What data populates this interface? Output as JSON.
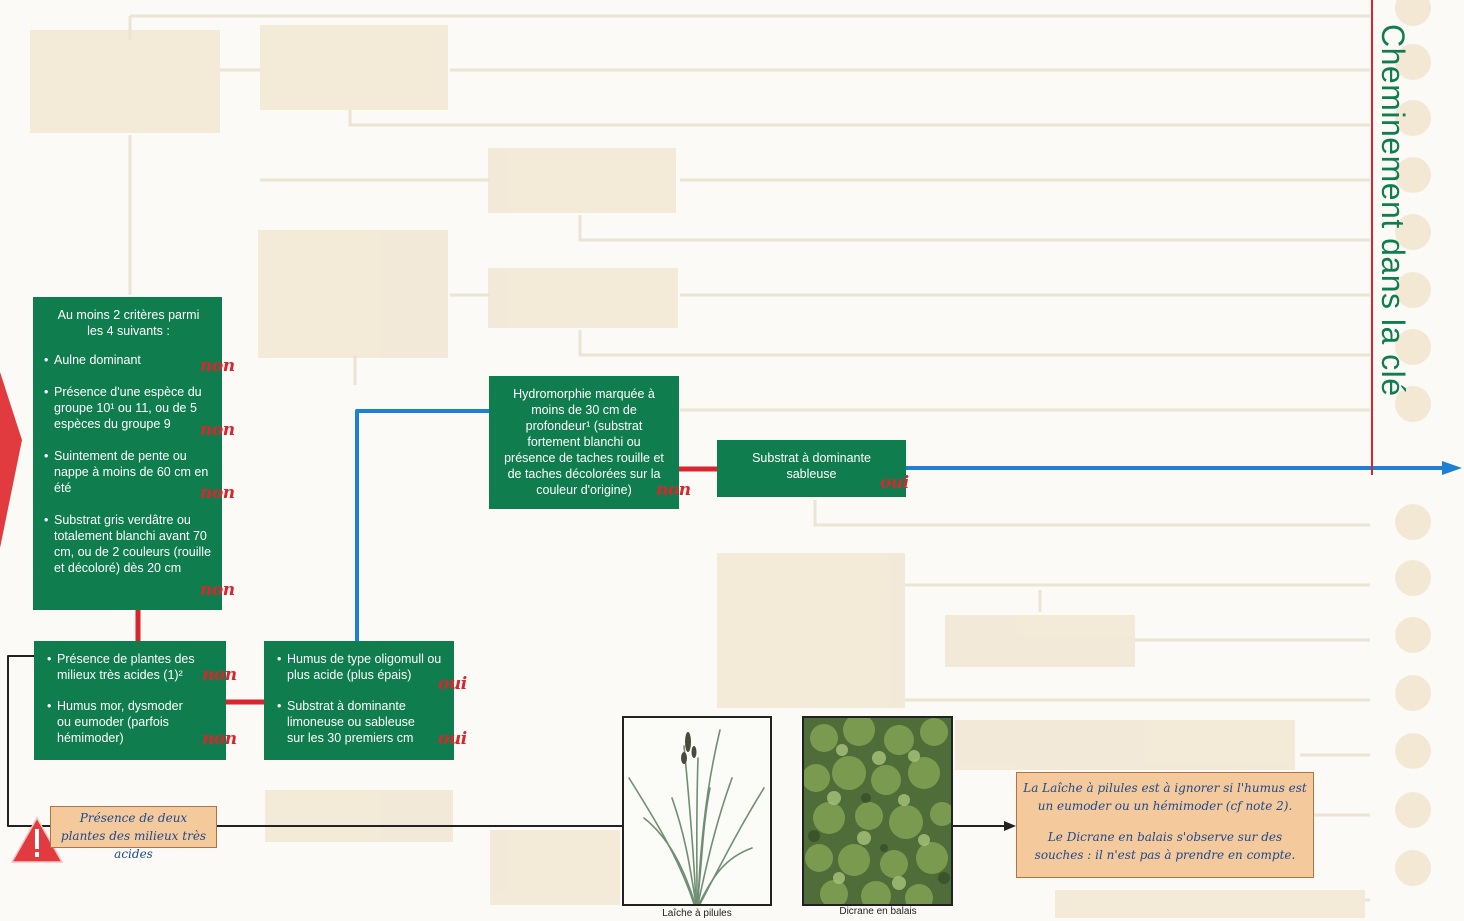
{
  "side_title": "Cheminement dans la clé",
  "criteria_box": {
    "heading": "Au moins 2 critères parmi les 4 suivants :",
    "items": [
      "Aulne dominant",
      "Présence d'une espèce du groupe 10¹ ou 11, ou de 5 espèces du groupe 9",
      "Suintement de pente ou nappe à moins de 60 cm en été",
      "Substrat gris verdâtre ou totalement blanchi avant 70 cm, ou de 2 couleurs (rouille et décoloré) dès 20 cm"
    ],
    "answers": [
      "non",
      "non",
      "non",
      "non"
    ]
  },
  "acid_box": {
    "items": [
      "Présence de plantes des milieux très acides (1)²",
      "Humus mor, dysmoder ou eumoder (parfois hémimoder)"
    ],
    "answers": [
      "non",
      "non"
    ]
  },
  "humus_box": {
    "items": [
      "Humus de type oligomull ou plus acide (plus épais)",
      "Substrat à dominante limoneuse ou sableuse sur les 30 premiers cm"
    ],
    "answers": [
      "oui",
      "oui"
    ]
  },
  "hydro_box": {
    "text": "Hydromorphie marquée à moins de 30 cm de profondeur¹ (substrat fortement blanchi ou présence de taches rouille et de taches décolorées sur la couleur d'origine)",
    "answer": "non"
  },
  "sand_box": {
    "text": "Substrat à dominante sableuse",
    "answer": "oui"
  },
  "warning_note": "Présence de deux plantes des milieux très acides",
  "info_note": {
    "line1": "La Laîche à pilules est à ignorer si l'humus est un eumoder ou un hémimoder (cf note 2).",
    "line2": "Le Dicrane en balais s'observe sur des souches : il n'est pas à prendre en compte."
  },
  "photos": [
    {
      "caption": "Laîche à pilules"
    },
    {
      "caption": "Dicrane en balais"
    }
  ],
  "colors": {
    "green": "#0f7d4d",
    "red": "#d8262e",
    "blue": "#1f7fd4",
    "note_bg": "#f4c99c"
  }
}
